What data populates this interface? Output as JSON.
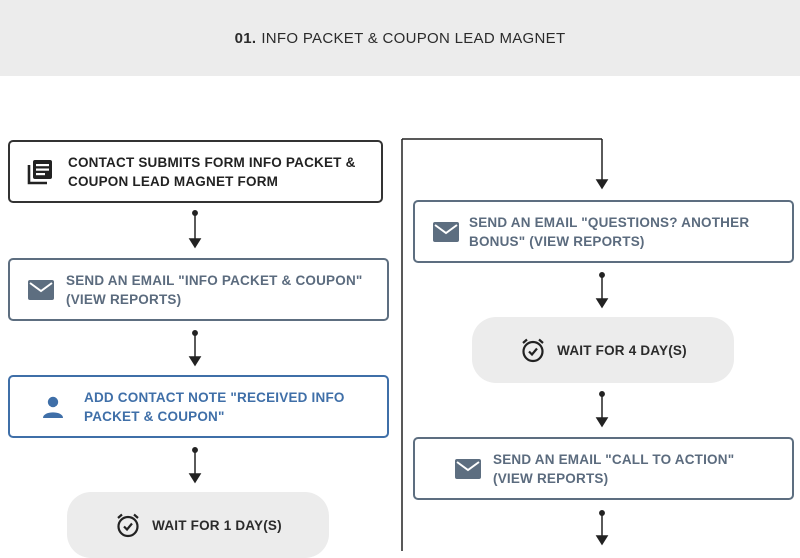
{
  "header": {
    "number": "01.",
    "title": "INFO PACKET & COUPON LEAD MAGNET"
  },
  "left_column": {
    "trigger": {
      "label": "CONTACT SUBMITS FORM INFO PACKET & COUPON LEAD MAGNET FORM",
      "icon": "form-list-icon"
    },
    "email_1": {
      "label": "SEND AN EMAIL \"INFO PACKET & COUPON\" (VIEW REPORTS)",
      "icon": "envelope-icon"
    },
    "note_1": {
      "label": "ADD CONTACT NOTE \"RECEIVED INFO PACKET & COUPON\"",
      "icon": "person-icon"
    },
    "wait_1": {
      "label": "WAIT FOR 1 DAY(S)",
      "icon": "alarm-clock-icon"
    }
  },
  "right_column": {
    "email_2": {
      "label": "SEND AN EMAIL \"QUESTIONS? ANOTHER BONUS\" (VIEW REPORTS)",
      "icon": "envelope-icon"
    },
    "wait_2": {
      "label": "WAIT FOR 4 DAY(S)",
      "icon": "alarm-clock-icon"
    },
    "email_3": {
      "label": "SEND AN EMAIL \"CALL TO ACTION\" (VIEW REPORTS)",
      "icon": "envelope-icon"
    }
  },
  "colors": {
    "header_bg": "#ececec",
    "trigger_border": "#333333",
    "email_border": "#5d6e80",
    "note_accent": "#3f6fa8",
    "wait_bg": "#ececec"
  }
}
